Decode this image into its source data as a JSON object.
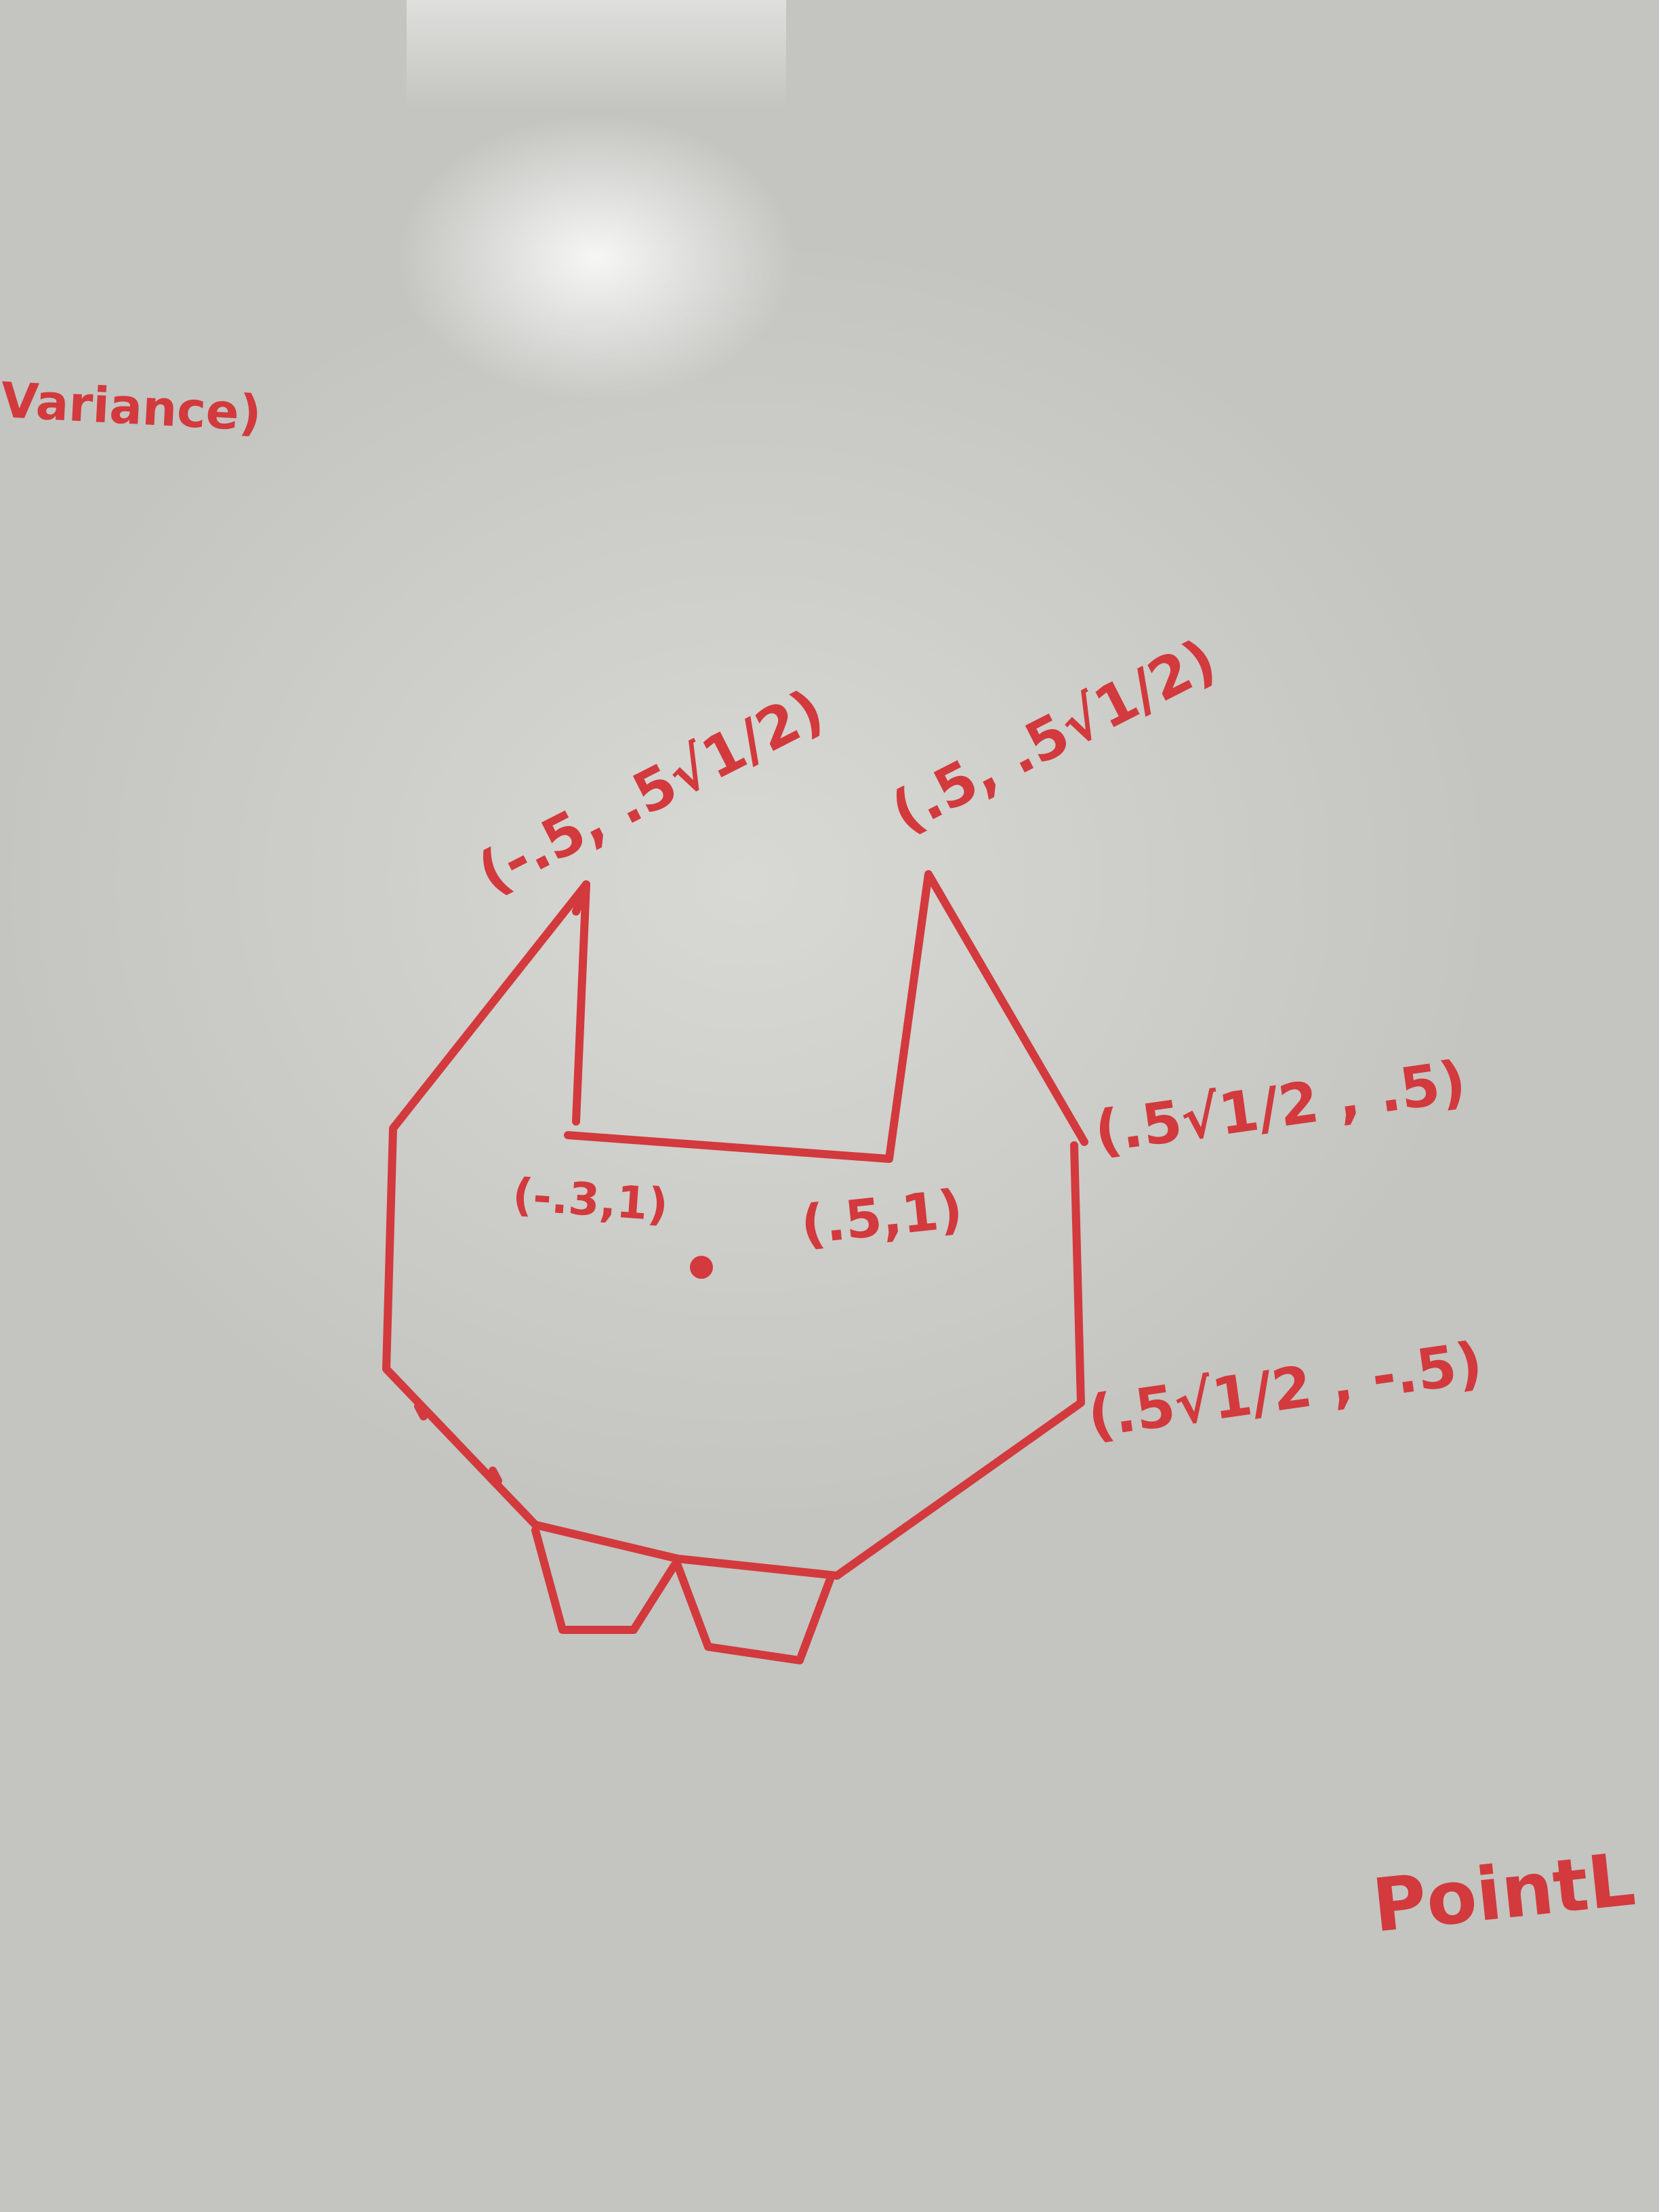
{
  "board": {
    "ink_color": "#d23a3d",
    "background_color": "#cfcfcb"
  },
  "labels": {
    "variance": "Variance)",
    "top_left": "(-.5, .5√1/2)",
    "top_right": "(.5, .5√1/2)",
    "right_upper": "(.5√1/2 , .5)",
    "right_lower": "(.5√1/2 , -.5)",
    "inner_left": "(-.3,1)",
    "inner_right": "(.5,1)",
    "point": "PointL"
  }
}
